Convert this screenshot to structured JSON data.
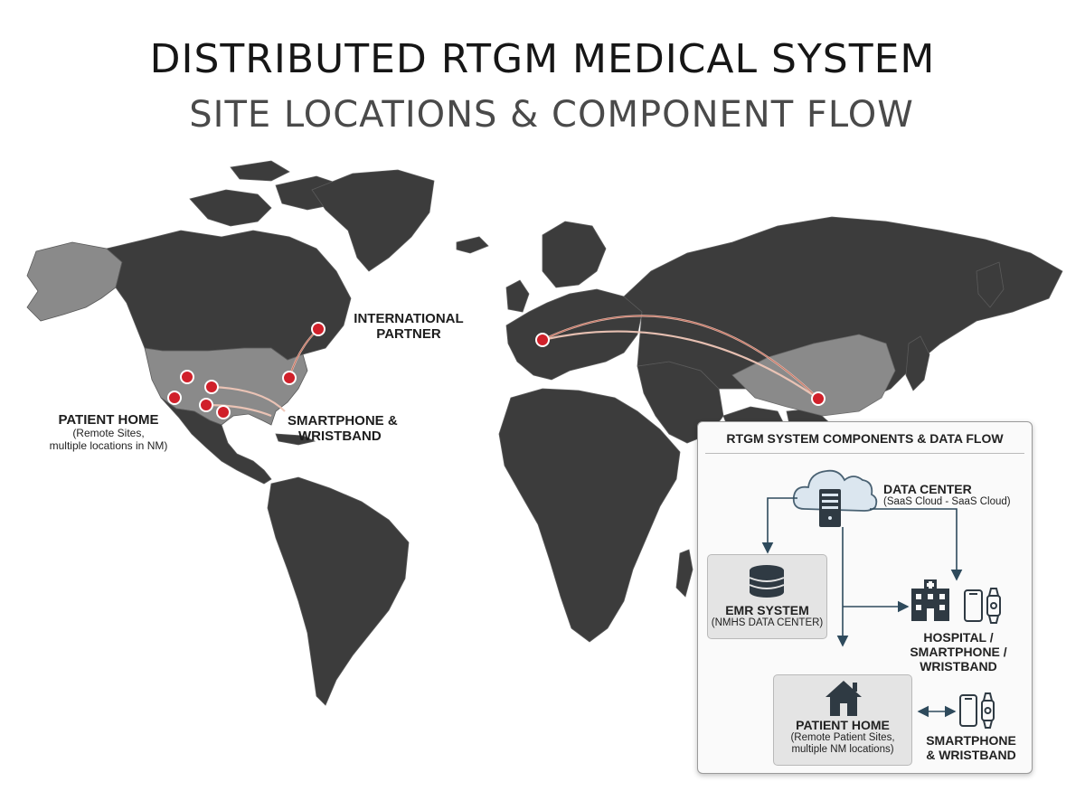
{
  "header": {
    "title": "DISTRIBUTED RTGM MEDICAL SYSTEM",
    "subtitle": "SITE LOCATIONS & COMPONENT FLOW"
  },
  "map_labels": {
    "international": "INTERNATIONAL PARTNER",
    "international_line1": "INTERNATIONAL",
    "international_line2": "PARTNER",
    "patient_home_title": "PATIENT HOME",
    "patient_home_line1": "(Remote Sites,",
    "patient_home_line2": "multiple locations in NM)",
    "smartphone_line1": "SMARTPHONE &",
    "smartphone_line2": "WRISTBAND"
  },
  "colors": {
    "land": "#3c3c3c",
    "highlight": "#8a8a8a",
    "marker": "#d0202a",
    "arc": "#f0c7b8"
  },
  "panel": {
    "title": "RTGM SYSTEM COMPONENTS & DATA FLOW",
    "data_center_title": "DATA CENTER",
    "data_center_sub": "(SaaS Cloud - SaaS Cloud)",
    "emr_title": "EMR SYSTEM",
    "emr_sub": "(NMHS DATA CENTER)",
    "hospital_line1": "HOSPITAL /",
    "hospital_line2": "SMARTPHONE /",
    "hospital_line3": "WRISTBAND",
    "patient_home_title": "PATIENT HOME",
    "patient_home_line1": "(Remote Patient Sites,",
    "patient_home_line2": "multiple NM locations)",
    "device_line1": "SMARTPHONE",
    "device_line2": "& WRISTBAND"
  }
}
